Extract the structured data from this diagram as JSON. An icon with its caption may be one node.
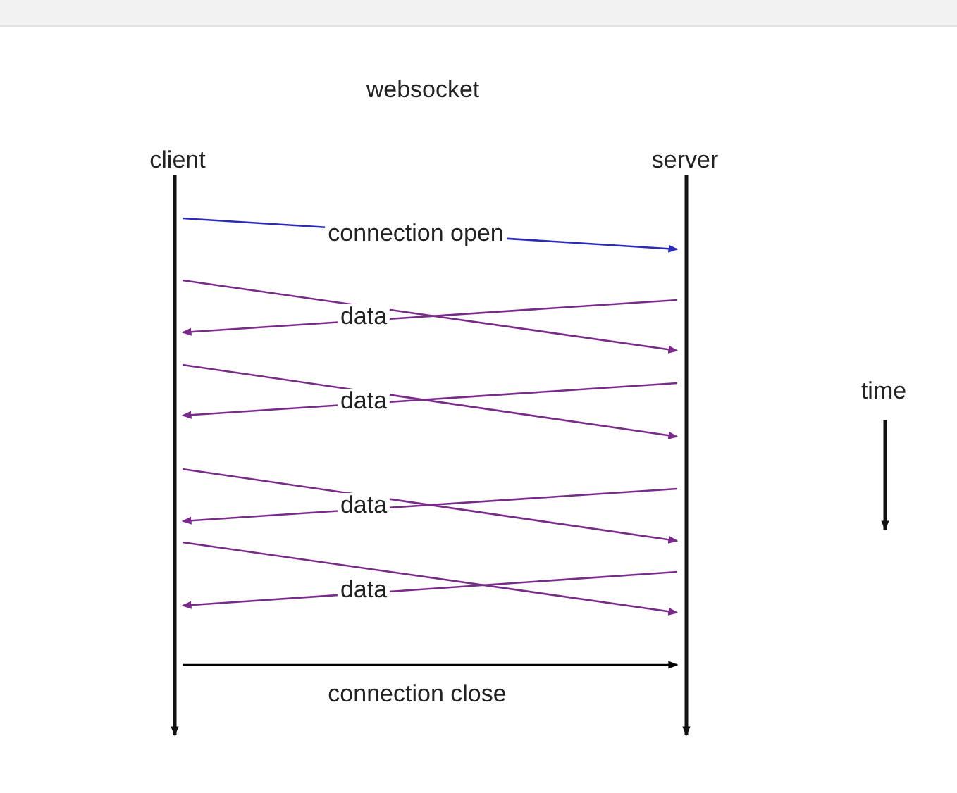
{
  "diagram": {
    "title": "websocket",
    "nodes": [
      {
        "text": [
          "client"
        ]
      },
      {
        "text": [
          "server"
        ]
      },
      {
        "text": [],
        "shape": "bar"
      },
      {
        "text": [],
        "shape": "bar"
      }
    ],
    "edges": [
      {
        "from": 2,
        "to": 3,
        "arrow": "to",
        "label": "connection open",
        "color": "#2b2bb8"
      },
      {
        "from": 2,
        "to": 3,
        "arrow": "to",
        "label": "data"
      },
      {
        "from": 3,
        "to": 2,
        "arrow": "to"
      },
      {
        "from": 2,
        "to": 3,
        "arrow": "to",
        "label": "data"
      },
      {
        "from": 3,
        "to": 2,
        "arrow": "to"
      },
      {
        "from": 2,
        "to": 3,
        "arrow": "to",
        "label": "data"
      },
      {
        "from": 3,
        "to": 2,
        "arrow": "to"
      },
      {
        "from": 2,
        "to": 3,
        "arrow": "to",
        "label": "data"
      },
      {
        "from": 3,
        "to": 2,
        "arrow": "to"
      },
      {
        "from": 2,
        "to": 3,
        "arrow": "to",
        "label": "connection close",
        "color": "#000000"
      }
    ],
    "labels": [
      "time"
    ]
  }
}
